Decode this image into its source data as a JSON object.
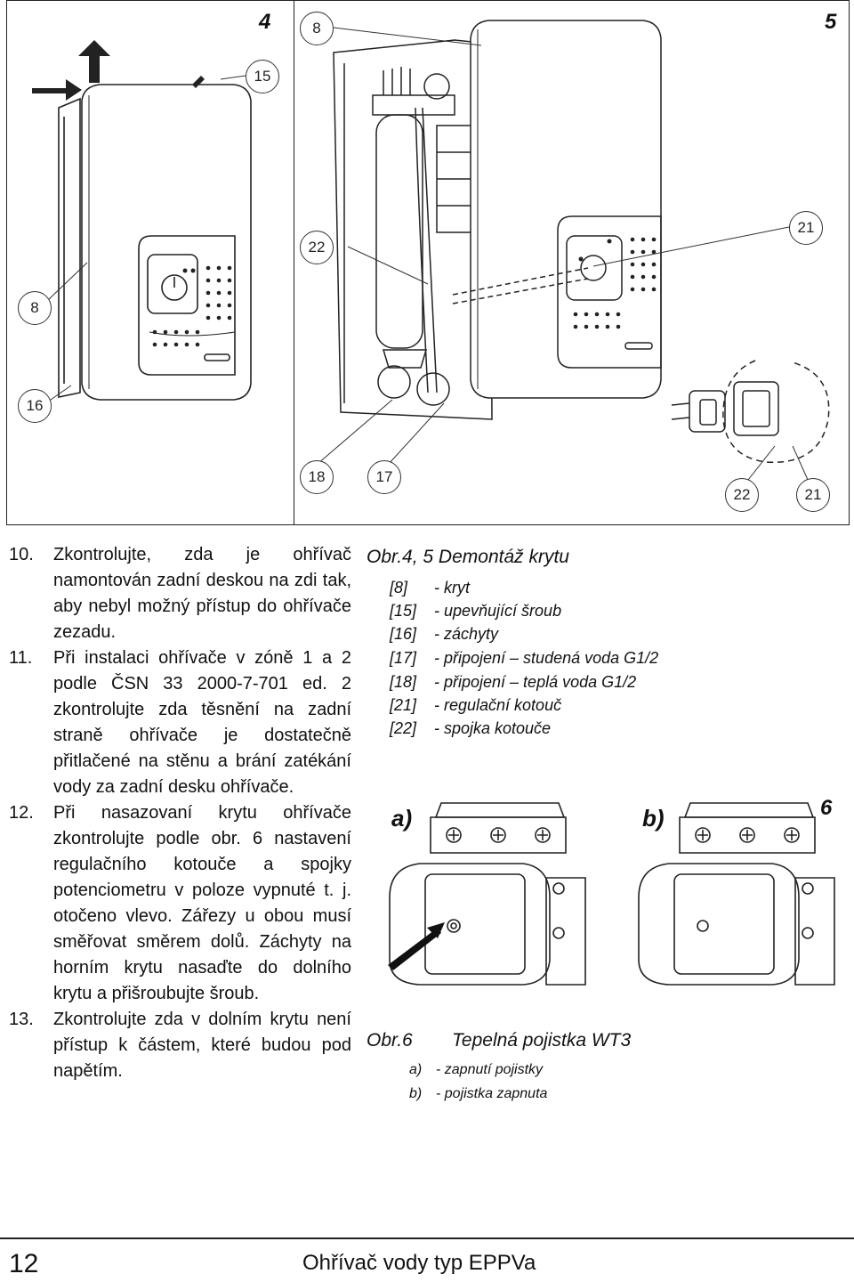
{
  "figures": {
    "fig4_number": "4",
    "fig5_number": "5",
    "fig6_number": "6",
    "fig4_callouts": [
      "15",
      "8",
      "16"
    ],
    "fig5_callouts": [
      "8",
      "22",
      "21",
      "18",
      "17",
      "22",
      "21"
    ],
    "fig6_label_a": "a)",
    "fig6_label_b": "b)"
  },
  "instructions": [
    {
      "num": "10.",
      "text": "Zkontrolujte, zda je ohřívač namontován zadní deskou na zdi tak, aby nebyl možný přístup do ohřívače zezadu."
    },
    {
      "num": "11.",
      "text": "Při instalaci ohřívače v zóně 1 a 2 podle ČSN 33 2000-7-701 ed. 2 zkontrolujte zda těsnění na zadní straně ohřívače je dostatečně přitlačené na stěnu a brání zatékání vody za zadní desku ohřívače."
    },
    {
      "num": "12.",
      "text": "Při nasazovaní krytu ohřívače zkontrolujte podle obr. 6 nastavení regulačního kotouče a spojky potenciometru v poloze vypnuté t. j. otočeno vlevo. Zářezy u obou musí směřovat směrem dolů. Záchyty na horním krytu nasaďte do dolního krytu a přišroubujte šroub."
    },
    {
      "num": "13.",
      "text": "Zkontrolujte zda v dolním krytu není přístup k částem, které budou pod napětím."
    }
  ],
  "caption45": {
    "title": "Obr.4, 5 Demontáž krytu",
    "items": [
      {
        "key": "[8]",
        "text": "- kryt"
      },
      {
        "key": "[15]",
        "text": "- upevňující šroub"
      },
      {
        "key": "[16]",
        "text": "- záchyty"
      },
      {
        "key": "[17]",
        "text": "- připojení – studená voda G1/2"
      },
      {
        "key": "[18]",
        "text": "- připojení – teplá voda G1/2"
      },
      {
        "key": "[21]",
        "text": "- regulační kotouč"
      },
      {
        "key": "[22]",
        "text": "- spojka kotouče"
      }
    ]
  },
  "caption6": {
    "label": "Obr.6",
    "title": "Tepelná pojistka WT3",
    "items": [
      {
        "key": "a)",
        "text": "- zapnutí pojistky"
      },
      {
        "key": "b)",
        "text": "- pojistka zapnuta"
      }
    ]
  },
  "footer": {
    "page_number": "12",
    "title": "Ohřívač vody typ EPPVa"
  }
}
